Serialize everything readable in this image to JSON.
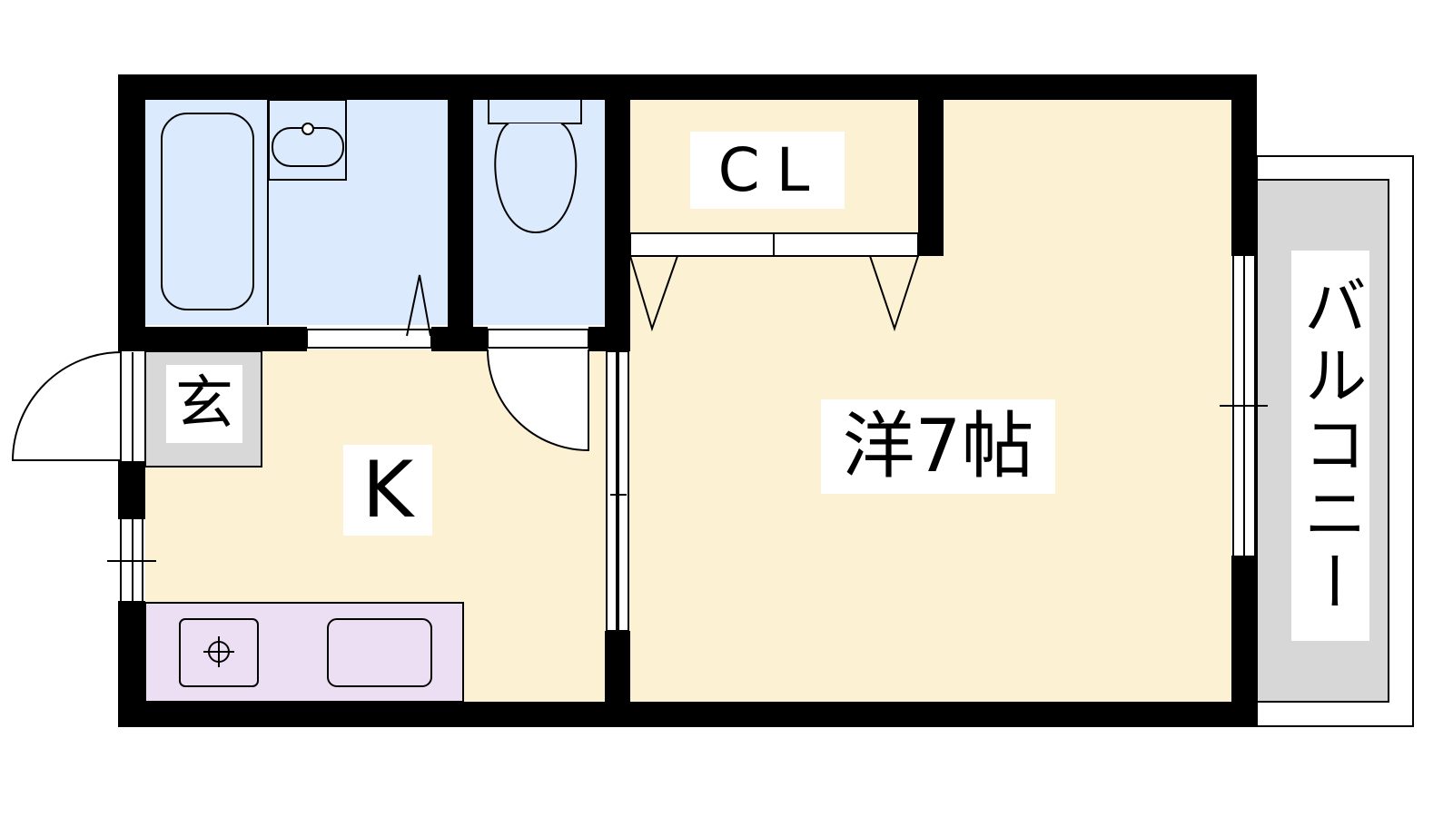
{
  "labels": {
    "genkan": "玄",
    "kitchen": "K",
    "closet": "CL",
    "room": "洋7帖",
    "balcony": "バルコニー"
  },
  "colors": {
    "wall": "#000000",
    "living": "#fdf1d4",
    "wet_area": "#dbeafd",
    "closet": "#fdbfc0",
    "kitchen_counter": "#ecdff4",
    "genkan": "#d8d8d8",
    "balcony": "#d7d7d7",
    "label_bg": "#ffffff"
  },
  "icons": [
    "bathtub-icon",
    "washbasin-icon",
    "toilet-icon",
    "stove-icon",
    "sink-icon",
    "door-swing-icon"
  ]
}
